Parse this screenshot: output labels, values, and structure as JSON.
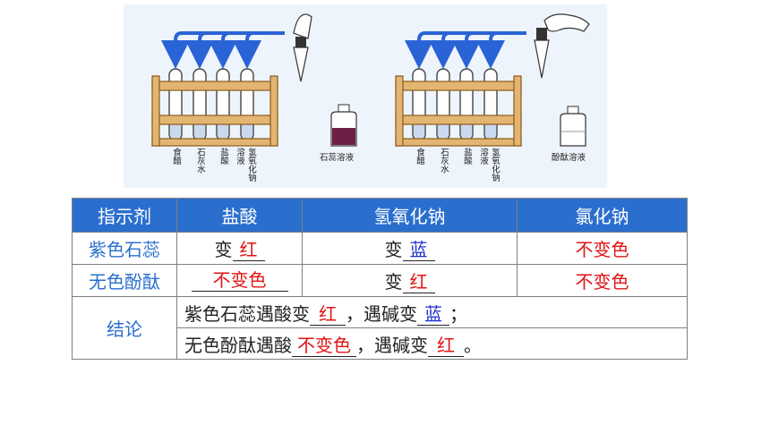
{
  "figure": {
    "left_labels": [
      "食醋",
      "石灰水",
      "盐酸",
      "溶液",
      "氢氧化钠"
    ],
    "left_bottle_label": "石蕊溶液",
    "right_labels": [
      "食醋",
      "石灰水",
      "盐酸",
      "溶液",
      "氢氧化钠"
    ],
    "right_bottle_label": "酚酞溶液"
  },
  "table": {
    "headers": [
      "指示剂",
      "盐酸",
      "氢氧化钠",
      "氯化钠"
    ],
    "rows": [
      {
        "label": "紫色石蕊",
        "cells": [
          {
            "prefix": "变",
            "answer": "红",
            "color": "#e01414"
          },
          {
            "prefix": "变",
            "answer": "蓝",
            "color": "#1d2fd0"
          },
          {
            "prefix": "",
            "answer": "不变色",
            "color": "#e01414"
          }
        ]
      },
      {
        "label": "无色酚酞",
        "cells": [
          {
            "prefix": "",
            "answer": "不变色",
            "color": "#e01414"
          },
          {
            "prefix": "变",
            "answer": "红",
            "color": "#e01414"
          },
          {
            "prefix": "",
            "answer": "不变色",
            "color": "#e01414"
          }
        ]
      }
    ],
    "conclusion": {
      "label": "结论",
      "line1": {
        "t1": "紫色石蕊遇酸变",
        "a1": "红",
        "t2": "，遇碱变",
        "a2": "蓝",
        "t3": "；"
      },
      "line2": {
        "t1": "无色酚酞遇酸",
        "a1": "不变色",
        "t2": "，遇碱变",
        "a2": "红",
        "t3": "。"
      }
    }
  },
  "colors": {
    "header_bg": "#2b6fce",
    "label_blue": "#2b6fce",
    "answer_red": "#e01414",
    "answer_blue": "#1d2fd0"
  }
}
